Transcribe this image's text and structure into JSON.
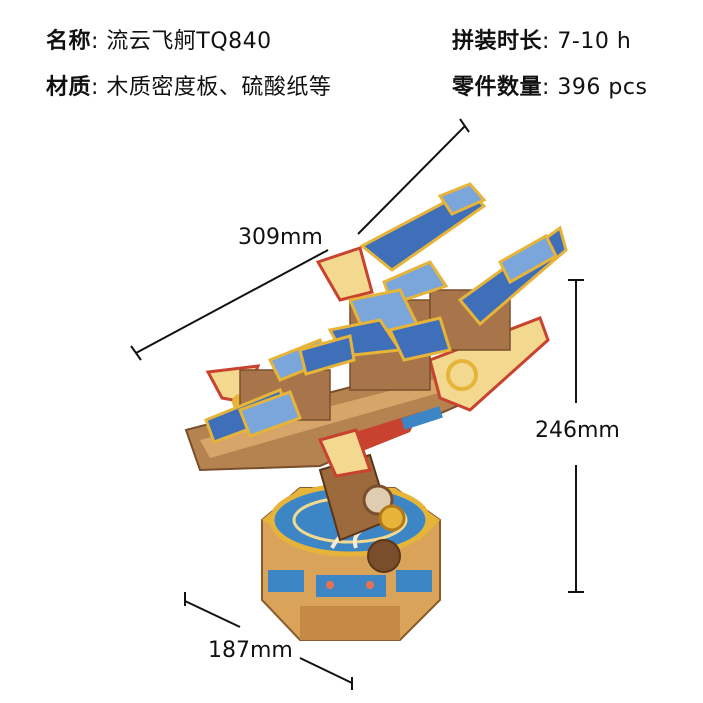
{
  "specs": {
    "name": {
      "label": "名称",
      "sep": ": ",
      "value": "流云飞舸TQ840"
    },
    "material": {
      "label": "材质",
      "sep": ": ",
      "value": "木质密度板、硫酸纸等"
    },
    "assembly_time": {
      "label": "拼装时长",
      "sep": ": ",
      "value": "7-10 h"
    },
    "parts_count": {
      "label": "零件数量",
      "sep": ": ",
      "value": "396 pcs"
    }
  },
  "dimensions": {
    "length": "309mm",
    "height": "246mm",
    "base_width": "187mm"
  },
  "product_image": {
    "subject": "wooden-flying-ship-model",
    "colors": {
      "roof_blue": "#3f6fb8",
      "roof_light": "#7aa6dc",
      "wood": "#b5834f",
      "wood_dark": "#7a4e2c",
      "gold": "#e7b43a",
      "cream": "#f3d88f",
      "red_trim": "#c9422f",
      "base_blue": "#3d86c6"
    }
  },
  "colors": {
    "text": "#111111",
    "line": "#111111",
    "background": "#ffffff"
  }
}
